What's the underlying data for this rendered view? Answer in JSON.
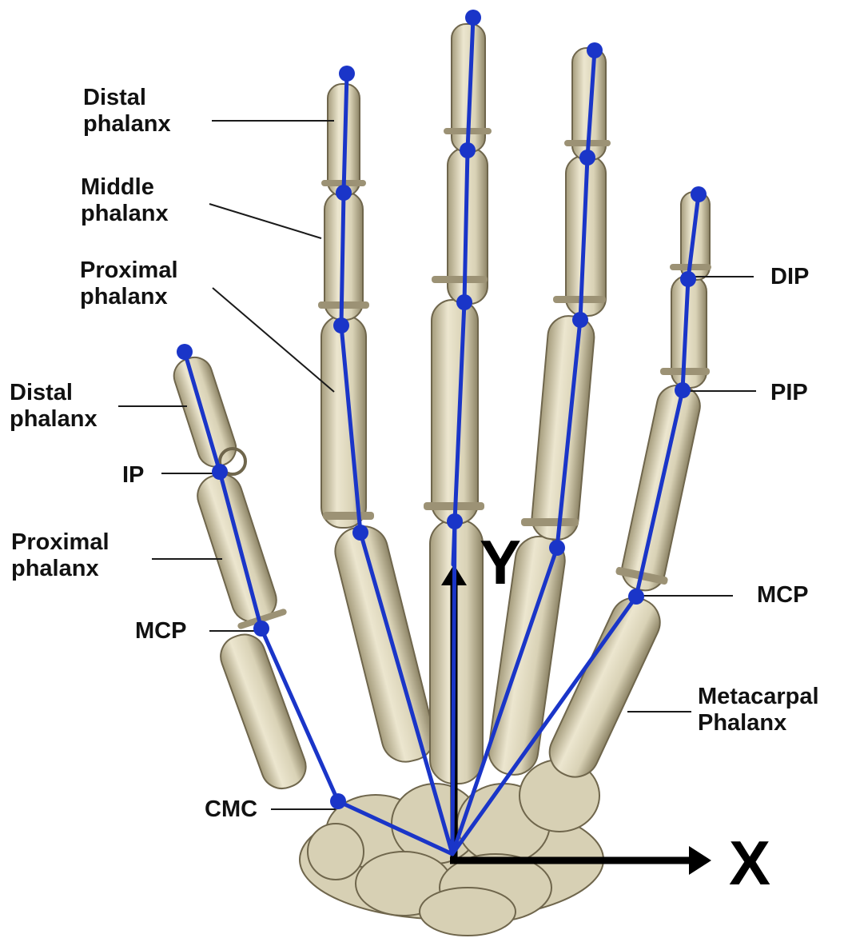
{
  "labels": {
    "index_distal": [
      "Distal",
      "phalanx"
    ],
    "index_middle": [
      "Middle",
      "phalanx"
    ],
    "index_proximal": [
      "Proximal",
      "phalanx"
    ],
    "thumb_distal": [
      "Distal",
      "phalanx"
    ],
    "thumb_ip": "IP",
    "thumb_proximal": [
      "Proximal",
      "phalanx"
    ],
    "thumb_mcp": "MCP",
    "thumb_cmc": "CMC",
    "dip": "DIP",
    "pip": "PIP",
    "little_mcp": "MCP",
    "metacarpal": [
      "Metacarpal",
      "Phalanx"
    ]
  },
  "axes": {
    "x": "X",
    "y": "Y"
  },
  "colors": {
    "skeleton": "#1a35c8",
    "bone": "#e4ddc4",
    "bone_shadow": "#8a8162",
    "axis": "#000000",
    "label": "#111111"
  }
}
